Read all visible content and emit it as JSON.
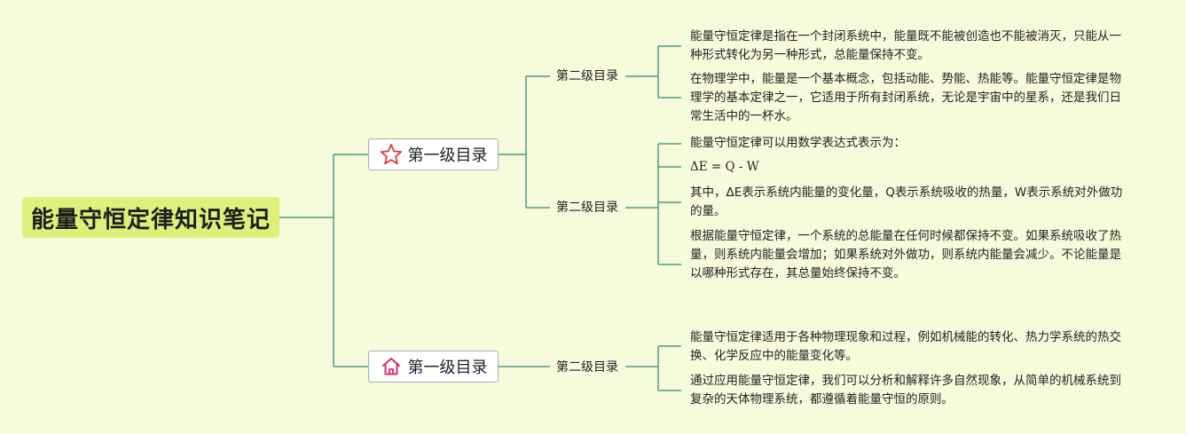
{
  "root": {
    "label": "能量守恒定律知识笔记"
  },
  "colors": {
    "background": "#f6fbdc",
    "root_fill": "#dff07a",
    "connector": "#4f9b84",
    "star_icon": "#e03b3b",
    "home_icon": "#d92f6a"
  },
  "branches": [
    {
      "label": "第一级目录",
      "icon": "star-icon",
      "children": [
        {
          "label": "第二级目录",
          "notes": [
            "能量守恒定律是指在一个封闭系统中，能量既不能被创造也不能被消灭，只能从一种形式转化为另一种形式，总能量保持不变。",
            "在物理学中，能量是一个基本概念，包括动能、势能、热能等。能量守恒定律是物理学的基本定律之一，它适用于所有封闭系统，无论是宇宙中的星系，还是我们日常生活中的一杯水。"
          ]
        },
        {
          "label": "第二级目录",
          "notes": [
            "能量守恒定律可以用数学表达式表示为：",
            "ΔE = Q - W",
            "其中，ΔE表示系统内能量的变化量，Q表示系统吸收的热量，W表示系统对外做功的量。",
            "根据能量守恒定律，一个系统的总能量在任何时候都保持不变。如果系统吸收了热量，则系统内能量会增加；如果系统对外做功，则系统内能量会减少。不论能量是以哪种形式存在，其总量始终保持不变。"
          ]
        }
      ]
    },
    {
      "label": "第一级目录",
      "icon": "home-icon",
      "children": [
        {
          "label": "第二级目录",
          "notes": [
            "能量守恒定律适用于各种物理现象和过程，例如机械能的转化、热力学系统的热交换、化学反应中的能量变化等。",
            "通过应用能量守恒定律，我们可以分析和解释许多自然现象，从简单的机械系统到复杂的天体物理系统，都遵循着能量守恒的原则。"
          ]
        }
      ]
    }
  ]
}
